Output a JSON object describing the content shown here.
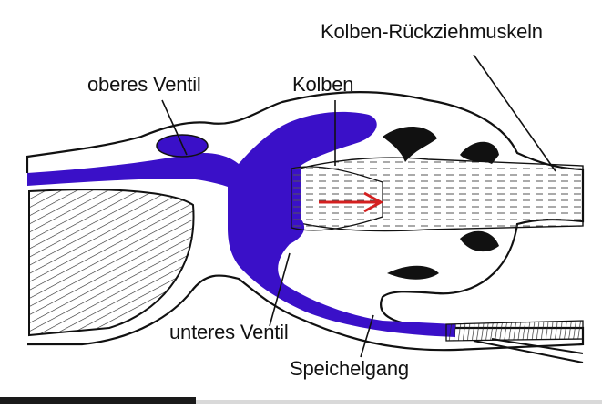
{
  "labels": {
    "muscles": "Kolben-Rückziehmuskeln",
    "upper_valve": "oberes Ventil",
    "piston": "Kolben",
    "lower_valve": "unteres Ventil",
    "salivary_duct": "Speichelgang"
  },
  "colors": {
    "saliva": "#3a10c8",
    "outline": "#111111",
    "arrow": "#d42020"
  }
}
